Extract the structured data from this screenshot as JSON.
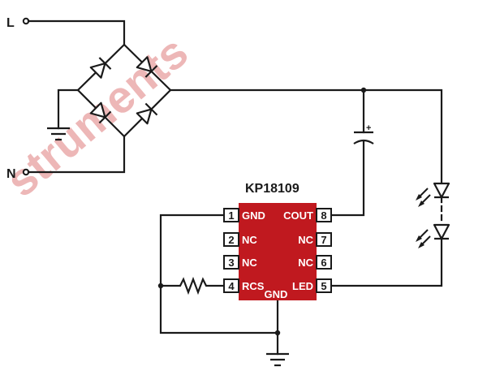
{
  "nodes": {
    "line": "L",
    "neutral": "N"
  },
  "chip": {
    "name": "KP18109",
    "body_color": "#c0191f",
    "pins": [
      {
        "num": "1",
        "label": "GND"
      },
      {
        "num": "2",
        "label": "NC"
      },
      {
        "num": "3",
        "label": "NC"
      },
      {
        "num": "4",
        "label": "RCS"
      },
      {
        "num": "5",
        "label": "LED"
      },
      {
        "num": "6",
        "label": "NC"
      },
      {
        "num": "7",
        "label": "NC"
      },
      {
        "num": "8",
        "label": "COUT"
      }
    ],
    "bottom_label": "GND"
  },
  "capacitor": {
    "polarity": "+"
  },
  "watermark": {
    "text": "struments"
  }
}
